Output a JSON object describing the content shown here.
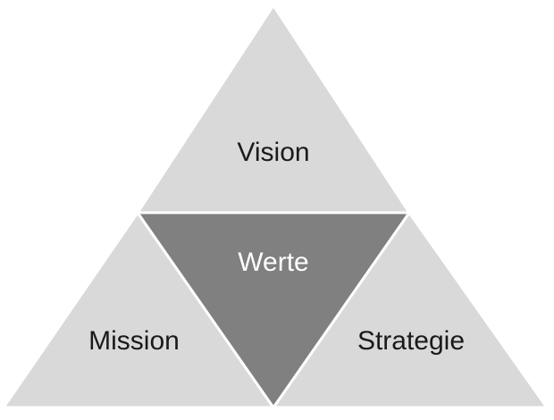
{
  "segments": {
    "top": {
      "label": "Vision"
    },
    "center": {
      "label": "Werte"
    },
    "left": {
      "label": "Mission"
    },
    "right": {
      "label": "Strategie"
    }
  },
  "colors": {
    "outer": "#d9d9d9",
    "center": "#808080",
    "separator": "#ffffff"
  }
}
